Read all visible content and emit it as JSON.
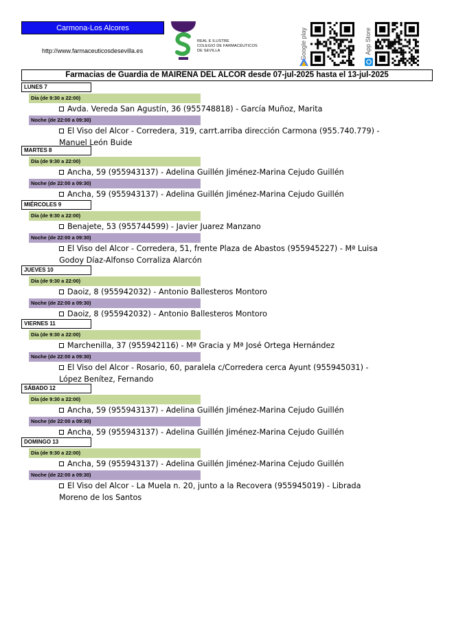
{
  "header": {
    "zone": "Carmona-Los Alcores",
    "url": "http://www.farmaceuticosdesevilla.es",
    "college_lines": [
      "REAL E ILUSTRE",
      "COLEGIO DE FARMACÉUTICOS",
      "DE SEVILLA"
    ],
    "google_play": "Google play",
    "app_store": "App Store"
  },
  "title": "Farmacias de Guardia de MAIRENA DEL ALCOR desde 07-jul-2025 hasta el 13-jul-2025",
  "days": [
    {
      "label": "LUNES 7",
      "dia": {
        "label": "Día (de 9:30 a 22:00)",
        "lines": [
          "Avda. Vereda San Agustín, 36 (955748818) - García Muñoz, Marita"
        ]
      },
      "noche": {
        "label": "Noche (de 22:00 a 09:30)",
        "lines": [
          "El Viso del Alcor - Corredera, 319, carrt.arriba dirección Carmona (955.740.779) -",
          "Manuel León Buide"
        ]
      }
    },
    {
      "label": "MARTES 8",
      "dia": {
        "label": "Día (de 9:30 a 22:00)",
        "lines": [
          "Ancha, 59 (955943137) - Adelina Guillén Jiménez-Marina Cejudo Guillén"
        ]
      },
      "noche": {
        "label": "Noche (de 22:00 a 09:30)",
        "lines": [
          "Ancha, 59 (955943137) - Adelina Guillén Jiménez-Marina Cejudo Guillén"
        ]
      }
    },
    {
      "label": "MIÉRCOLES 9",
      "dia": {
        "label": "Día (de 9:30 a 22:00)",
        "lines": [
          "Benajete, 53 (955744599) - Javier Juarez Manzano"
        ]
      },
      "noche": {
        "label": "Noche (de 22:00 a 09:30)",
        "lines": [
          "El Viso del Alcor - Corredera, 51, frente Plaza de Abastos (955945227) - Mª Luisa",
          "Godoy Díaz-Alfonso Corraliza Alarcón"
        ]
      }
    },
    {
      "label": "JUEVES 10",
      "dia": {
        "label": "Día (de 9:30 a 22:00)",
        "lines": [
          "Daoiz, 8 (955942032) - Antonio Ballesteros Montoro"
        ]
      },
      "noche": {
        "label": "Noche (de 22:00 a 09:30)",
        "lines": [
          "Daoiz, 8 (955942032) - Antonio Ballesteros Montoro"
        ]
      }
    },
    {
      "label": "VIERNES 11",
      "dia": {
        "label": "Día (de 9:30 a 22:00)",
        "lines": [
          "Marchenilla, 37 (955942116) - Mª Gracia y Mª José Ortega Hernández"
        ]
      },
      "noche": {
        "label": "Noche (de 22:00 a 09:30)",
        "lines": [
          "El Viso del Alcor - Rosario, 60, paralela c/Corredera cerca Ayunt (955945031) -",
          "López Benítez, Fernando"
        ]
      }
    },
    {
      "label": "SÁBADO 12",
      "dia": {
        "label": "Día (de 9:30 a 22:00)",
        "lines": [
          "Ancha, 59 (955943137) - Adelina Guillén Jiménez-Marina Cejudo Guillén"
        ]
      },
      "noche": {
        "label": "Noche (de 22:00 a 09:30)",
        "lines": [
          "Ancha, 59 (955943137) - Adelina Guillén Jiménez-Marina Cejudo Guillén"
        ]
      }
    },
    {
      "label": "DOMINGO 13",
      "dia": {
        "label": "Día (de 9:30 a 22:00)",
        "lines": [
          "Ancha, 59 (955943137) - Adelina Guillén Jiménez-Marina Cejudo Guillén"
        ]
      },
      "noche": {
        "label": "Noche (de 22:00 a 09:30)",
        "lines": [
          "El Viso del Alcor - La Muela n. 20, junto a la Recovera (955945019) - Librada",
          "Moreno de los Santos"
        ]
      }
    }
  ]
}
